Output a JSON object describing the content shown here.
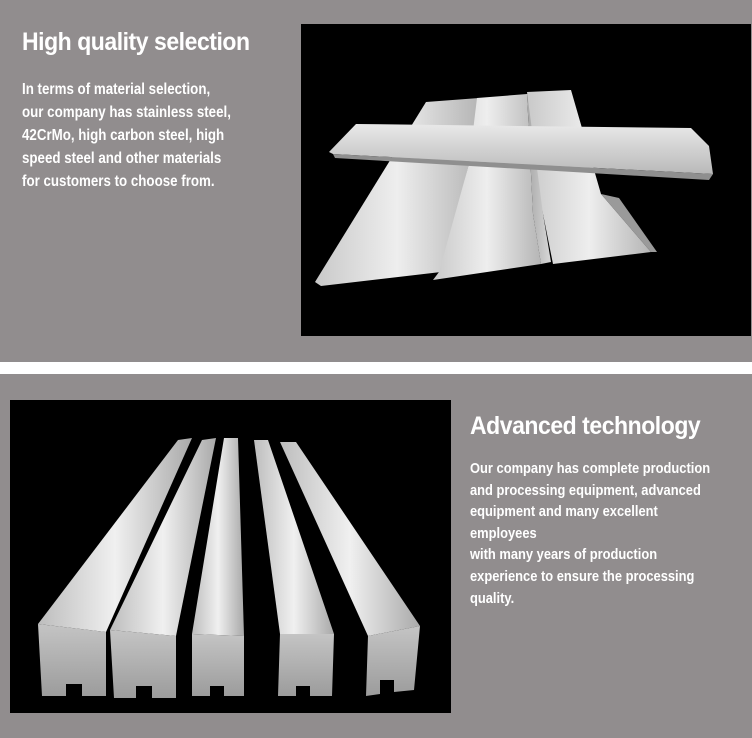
{
  "section1": {
    "title": "High quality selection",
    "lines": [
      "In terms of material selection,",
      "our company has stainless steel,",
      "42CrMo, high carbon steel, high",
      "speed steel and other materials",
      "for customers to choose from."
    ]
  },
  "section2": {
    "title": "Advanced technology",
    "lines": [
      "Our company has complete production",
      "and processing equipment, advanced",
      "equipment and many excellent employees",
      "with many years of production",
      "experience to ensure the processing",
      "quality."
    ]
  },
  "colors": {
    "panel_bg": "#918d8e",
    "photo_bg": "#000000",
    "text": "#ffffff"
  }
}
